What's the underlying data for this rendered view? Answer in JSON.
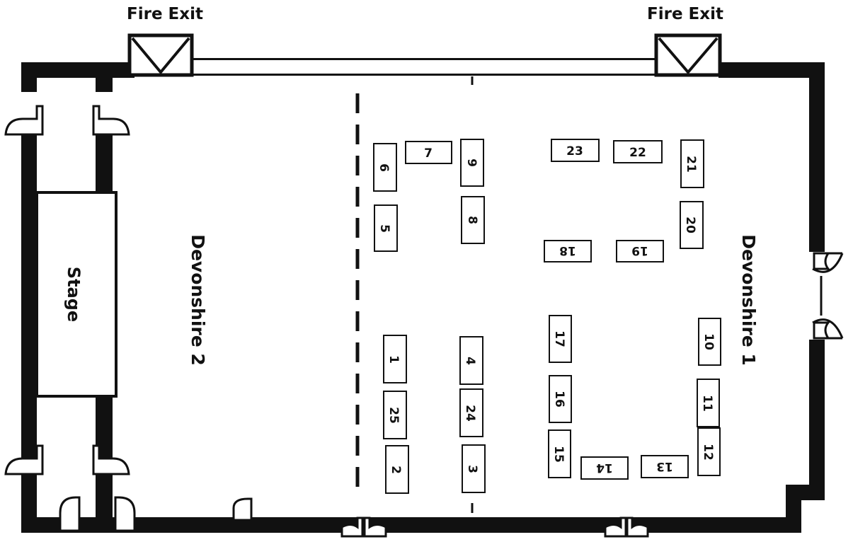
{
  "fire_exit_left": "Fire Exit",
  "fire_exit_right": "Fire Exit",
  "stage_label": "Stage",
  "room_left": "Devonshire 2",
  "room_right": "Devonshire 1",
  "tables": {
    "t1": "1",
    "t2": "2",
    "t3": "3",
    "t4": "4",
    "t5": "5",
    "t6": "6",
    "t7": "7",
    "t8": "8",
    "t9": "9",
    "t10": "10",
    "t11": "11",
    "t12": "12",
    "t13": "13",
    "t14": "14",
    "t15": "15",
    "t16": "16",
    "t17": "17",
    "t18": "18",
    "t19": "19",
    "t20": "20",
    "t21": "21",
    "t22": "22",
    "t23": "23",
    "t24": "24",
    "t25": "25"
  }
}
